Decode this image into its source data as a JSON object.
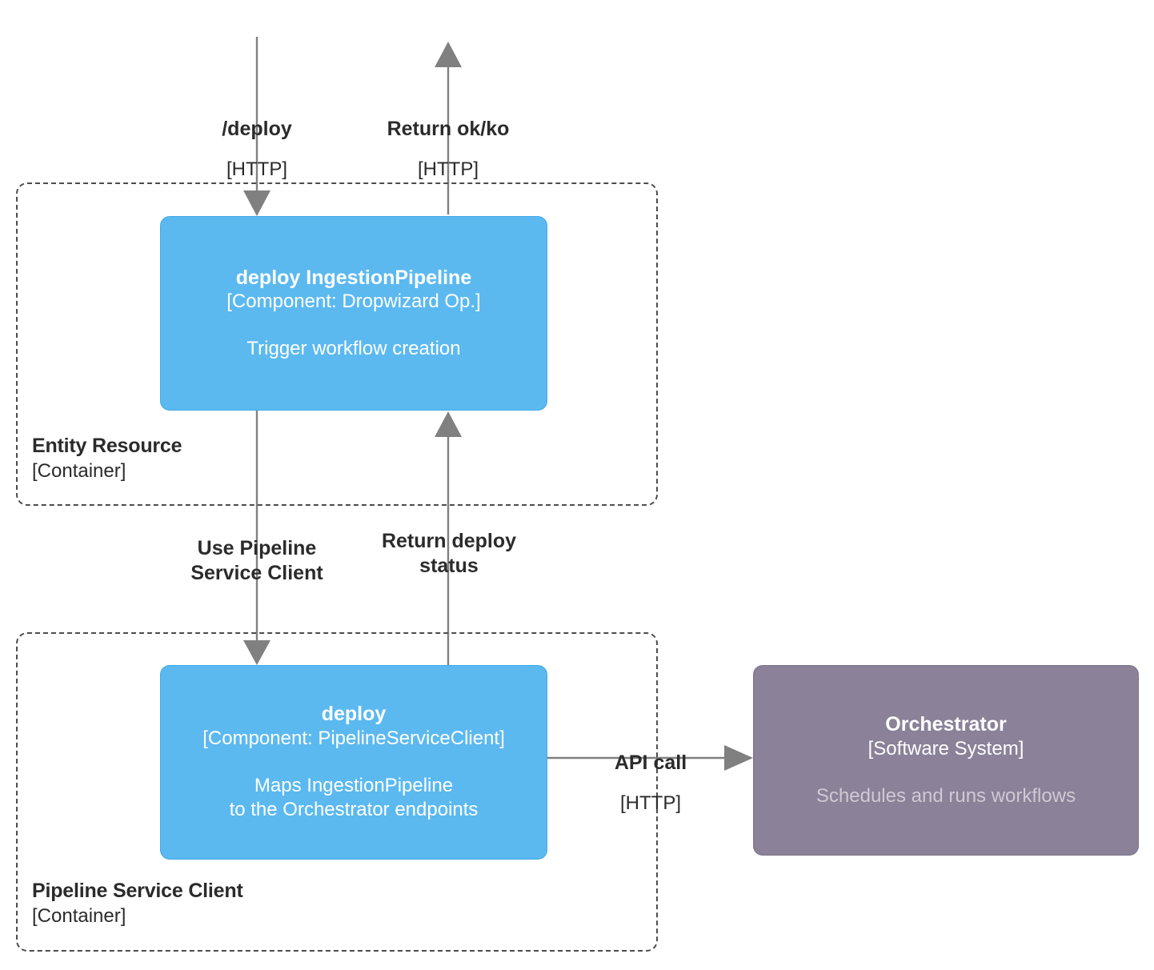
{
  "diagram": {
    "type": "c4-component-diagram",
    "colors": {
      "component_fill": "#5BB9F0",
      "component_stroke": "#3FA9E8",
      "system_fill": "#8B8199",
      "system_stroke": "#7B7189",
      "boundary_stroke": "#4D4D4D",
      "edge_stroke": "#808080",
      "text": "#2B2B2B",
      "node_text": "#FFFFFF",
      "system_desc_text": "#CFC9D4",
      "background": "#FFFFFF"
    }
  },
  "boundaries": [
    {
      "id": "entity-resource",
      "name": "Entity Resource",
      "type": "[Container]"
    },
    {
      "id": "pipeline-service-client",
      "name": "Pipeline Service Client",
      "type": "[Container]"
    }
  ],
  "nodes": [
    {
      "id": "deploy-ingestion-pipeline",
      "name": "deploy IngestionPipeline",
      "type": "[Component: Dropwizard Op.]",
      "description": "Trigger workflow creation",
      "style": "component"
    },
    {
      "id": "deploy-pipeline-service-client",
      "name": "deploy",
      "type": "[Component: PipelineServiceClient]",
      "description": "Maps IngestionPipeline\nto the Orchestrator endpoints",
      "style": "component"
    },
    {
      "id": "orchestrator",
      "name": "Orchestrator",
      "type": "[Software System]",
      "description": "Schedules and runs workflows",
      "style": "system"
    }
  ],
  "relationships": [
    {
      "id": "deploy-request",
      "label": "/deploy",
      "technology": "[HTTP]",
      "direction": "down"
    },
    {
      "id": "return-ok-ko",
      "label": "Return ok/ko",
      "technology": "[HTTP]",
      "direction": "up"
    },
    {
      "id": "use-pipeline-service-client",
      "label": "Use Pipeline\nService Client",
      "technology": "",
      "direction": "down"
    },
    {
      "id": "return-deploy-status",
      "label": "Return deploy\nstatus",
      "technology": "",
      "direction": "up"
    },
    {
      "id": "api-call",
      "label": "API call",
      "technology": "[HTTP]",
      "direction": "right"
    }
  ]
}
